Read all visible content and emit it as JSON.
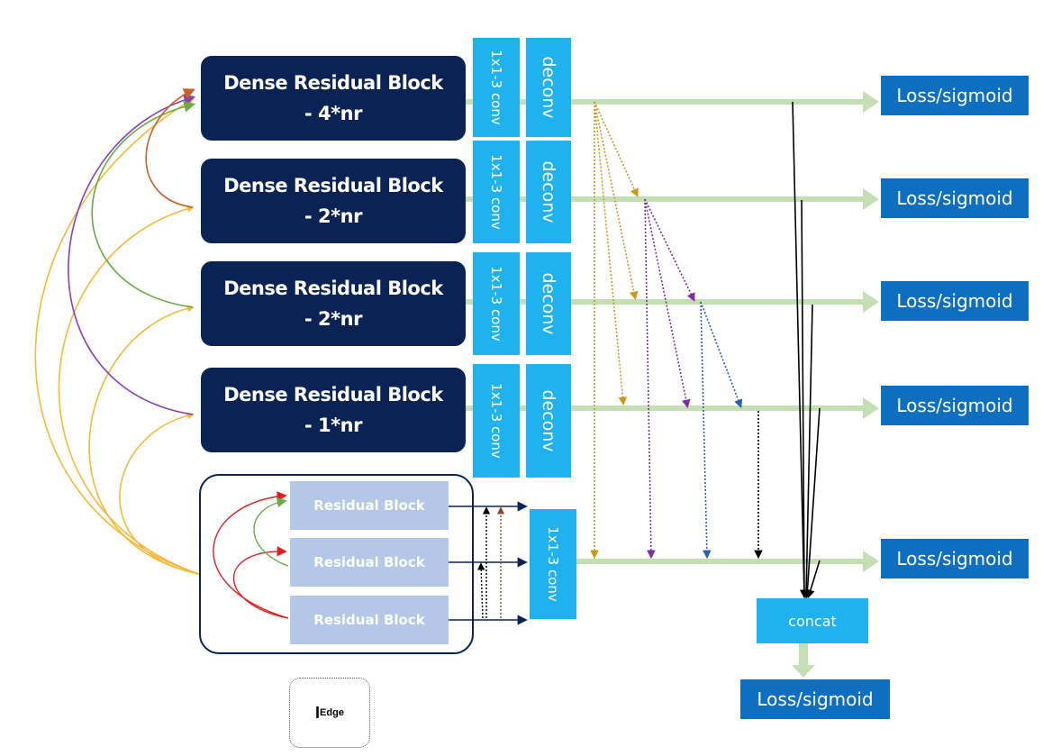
{
  "dense_blocks": [
    {
      "title": "Dense Residual Block",
      "sub": "- 4*nr"
    },
    {
      "title": "Dense Residual Block",
      "sub": "- 2*nr"
    },
    {
      "title": "Dense Residual Block",
      "sub": "- 2*nr"
    },
    {
      "title": "Dense Residual Block",
      "sub": "- 1*nr"
    }
  ],
  "conv_label": "1x1-3 conv",
  "deconv_label": "deconv",
  "loss_label": "Loss/sigmoid",
  "residual_blocks": [
    "Residual Block",
    "Residual Block",
    "Residual Block"
  ],
  "concat_label": "concat",
  "edge_input": {
    "symbol": "I",
    "subscript": "Edge"
  },
  "colors": {
    "dense_block": "#0b2354",
    "conv_box": "#1fb2ee",
    "loss_box": "#0e6fc1",
    "residual_block": "#b4c7e7",
    "flow_arrow": "#c5dfb4",
    "skip_yellow": "#f5b93a",
    "skip_purple": "#8a3fb5",
    "skip_green": "#6aaa48",
    "skip_orange": "#c4622a",
    "skip_red": "#e02020"
  }
}
